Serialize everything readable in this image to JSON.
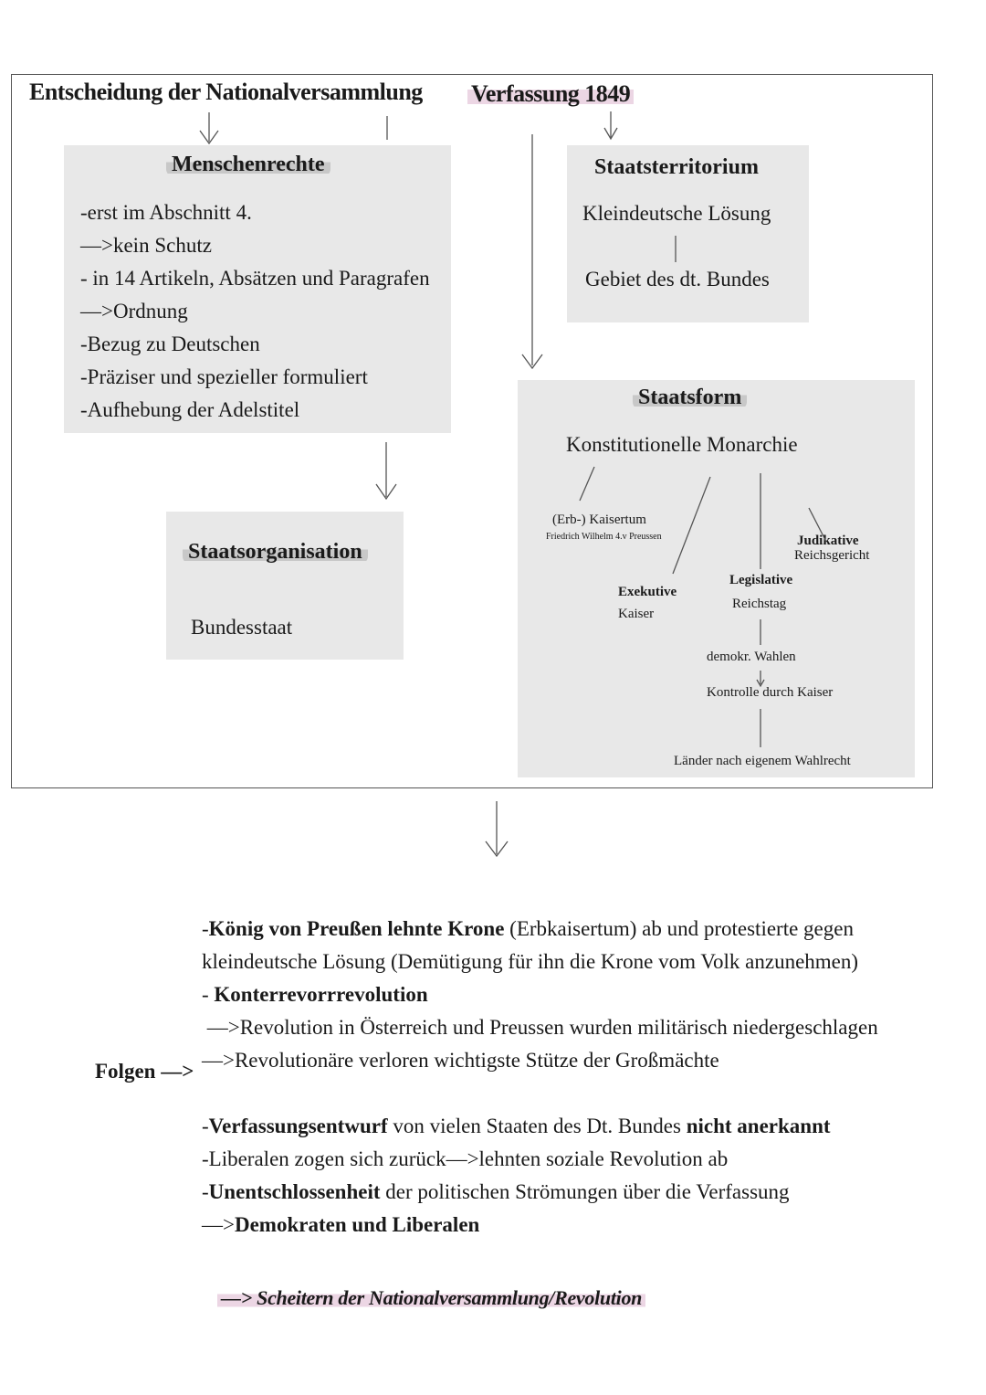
{
  "header": {
    "left": "Entscheidung der Nationalversammlung",
    "right": "Verfassung 1849"
  },
  "menschenrechte": {
    "title": "Menschenrechte",
    "items": [
      "-erst im Abschnitt 4.",
      "—>kein Schutz",
      "- in 14 Artikeln, Absätzen und Paragrafen",
      "—>Ordnung",
      "-Bezug zu Deutschen",
      "-Präziser und spezieller formuliert",
      "-Aufhebung der Adelstitel"
    ]
  },
  "staatsterritorium": {
    "title": "Staatsterritorium",
    "line1": "Kleindeutsche Lösung",
    "line2": "Gebiet des dt. Bundes"
  },
  "staatsorganisation": {
    "title": "Staatsorganisation",
    "value": "Bundesstaat"
  },
  "staatsform": {
    "title": "Staatsform",
    "main": "Konstitutionelle Monarchie",
    "kaisertum": "(Erb-) Kaisertum",
    "kaisertum_note": "Friedrich Wilhelm 4.v Preussen",
    "exekutive_label": "Exekutive",
    "exekutive_value": "Kaiser",
    "legislative_label": "Legislative",
    "legislative_value": "Reichstag",
    "judikative_label": "Judikative",
    "judikative_value": "Reichsgericht",
    "wahlen": "demokr. Wahlen",
    "kontrolle": "Kontrolle durch Kaiser",
    "laender": "Länder nach eigenem Wahlrecht"
  },
  "folgen": {
    "label": "Folgen —>",
    "lines": [
      [
        {
          "t": "-",
          "b": false
        },
        {
          "t": "König von Preußen lehnte Krone",
          "b": true
        },
        {
          "t": " (Erbkaisertum) ab und protestierte gegen",
          "b": false
        }
      ],
      [
        {
          "t": "kleindeutsche Lösung (Demütigung für ihn die Krone vom Volk anzunehmen)",
          "b": false
        }
      ],
      [
        {
          "t": "- ",
          "b": false
        },
        {
          "t": "Konterrevorrrevolution",
          "b": true
        }
      ],
      [
        {
          "t": " —>Revolution in Österreich und Preussen wurden militärisch niedergeschlagen",
          "b": false
        }
      ],
      [
        {
          "t": "—>Revolutionäre verloren wichtigste Stütze der Großmächte",
          "b": false
        }
      ],
      [
        {
          "t": "",
          "b": false
        }
      ],
      [
        {
          "t": "-",
          "b": false
        },
        {
          "t": "Verfassungsentwurf",
          "b": true
        },
        {
          "t": " von vielen Staaten des Dt. Bundes ",
          "b": false
        },
        {
          "t": "nicht anerkannt",
          "b": true
        }
      ],
      [
        {
          "t": "-Liberalen zogen sich zurück—>lehnten soziale Revolution ab",
          "b": false
        }
      ],
      [
        {
          "t": "-",
          "b": false
        },
        {
          "t": "Unentschlossenheit",
          "b": true
        },
        {
          "t": " der politischen Strömungen über die Verfassung",
          "b": false
        }
      ],
      [
        {
          "t": "—>",
          "b": false
        },
        {
          "t": "Demokraten und Liberalen",
          "b": true
        }
      ]
    ],
    "final": "—> Scheitern der Nationalversammlung/Revolution"
  }
}
